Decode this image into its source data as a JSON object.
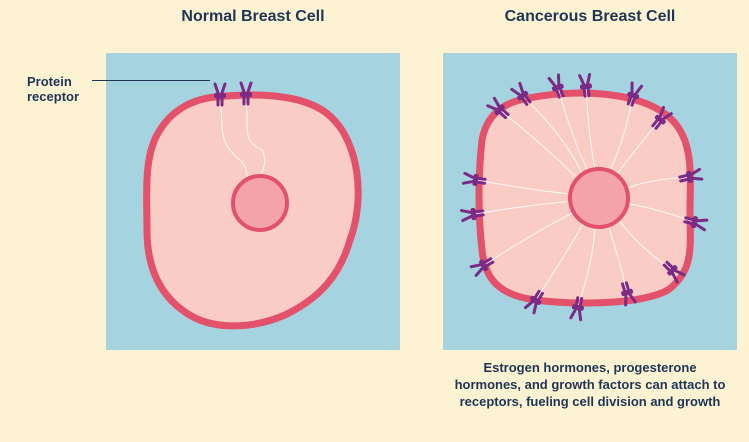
{
  "titles": {
    "normal": "Normal Breast Cell",
    "cancerous": "Cancerous Breast Cell"
  },
  "labels": {
    "protein_receptor_line1": "Protein",
    "protein_receptor_line2": "receptor"
  },
  "caption": "Estrogen hormones, progesterone hormones, and growth factors can attach to receptors, fueling cell division and growth",
  "colors": {
    "background": "#fdf3d3",
    "panel": "#a5d3e0",
    "cell_fill": "#f9cdc6",
    "membrane": "#e3516a",
    "nucleus_fill": "#f4a3ab",
    "receptor": "#7b2a86",
    "text": "#1e3656"
  }
}
